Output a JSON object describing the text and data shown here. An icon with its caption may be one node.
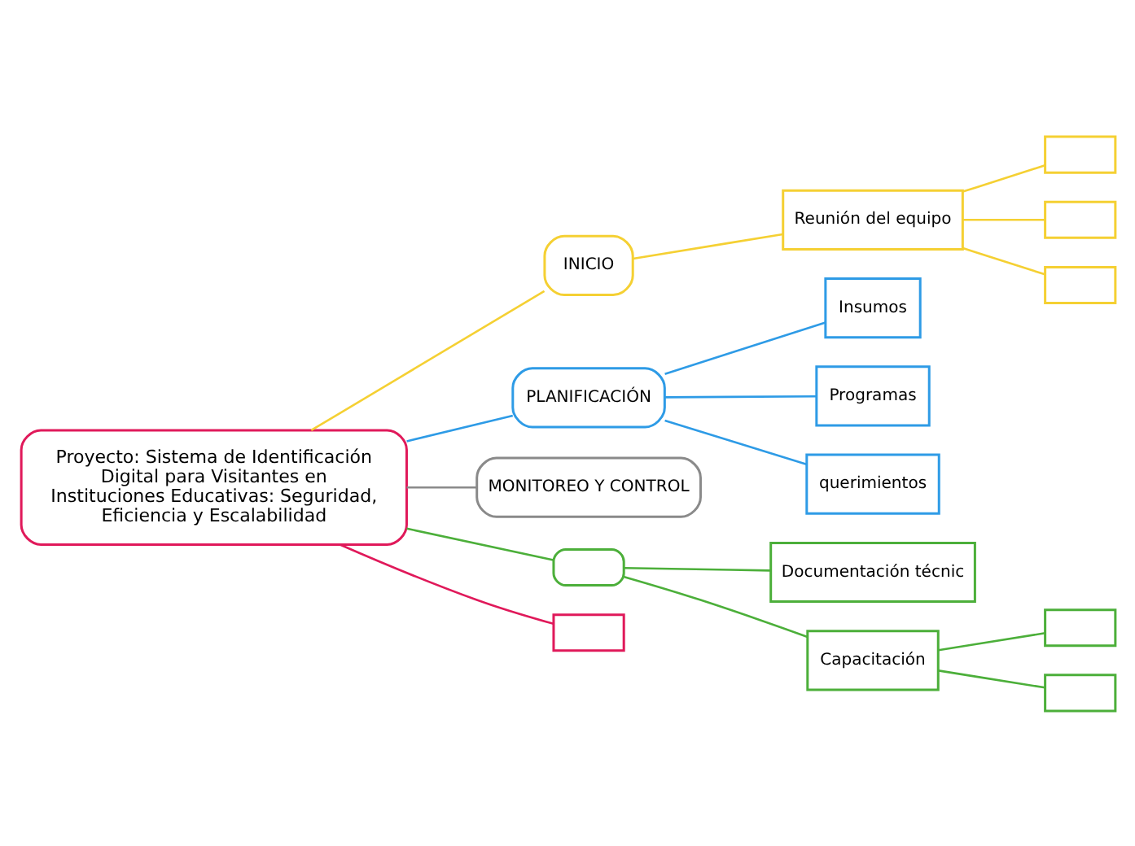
{
  "diagram": {
    "nodes": [
      {
        "text": [
          "Proyecto: Sistema de Identificación Digital para Visitantes en Instituciones Educativas: Seguridad, Eficiencia y Escalabilidad"
        ]
      },
      {
        "text": [
          "INICIO"
        ]
      },
      {
        "text": [
          "Reunión del equipo"
        ]
      },
      {
        "text": [],
        "shape": "box"
      },
      {
        "text": [],
        "shape": "box"
      },
      {
        "text": [],
        "shape": "box"
      },
      {
        "text": [
          "PLANIFICACIÓN"
        ]
      },
      {
        "text": [
          "Insumos"
        ]
      },
      {
        "text": [
          "Programas"
        ]
      },
      {
        "text": [
          "querimientos"
        ]
      },
      {
        "text": [
          "MONITOREO Y CONTROL"
        ]
      },
      {
        "text": [],
        "shape": "box"
      },
      {
        "text": [
          "Documentación técnic"
        ]
      },
      {
        "text": [
          "Capacitación"
        ]
      },
      {
        "text": [],
        "shape": "box"
      },
      {
        "text": [],
        "shape": "box"
      },
      {
        "text": [],
        "shape": "box"
      }
    ],
    "edges": [
      {
        "from": 0,
        "to": 1,
        "arrow": "none",
        "color": "#f5d033"
      },
      {
        "from": 1,
        "to": 2,
        "arrow": "none",
        "color": "#f5d033"
      },
      {
        "from": 2,
        "to": 3,
        "arrow": "none",
        "color": "#f5d033"
      },
      {
        "from": 2,
        "to": 4,
        "arrow": "none",
        "color": "#f5d033"
      },
      {
        "from": 2,
        "to": 5,
        "arrow": "none",
        "color": "#f5d033"
      },
      {
        "from": 0,
        "to": 6,
        "arrow": "none",
        "color": "#2e9be6"
      },
      {
        "from": 6,
        "to": 7,
        "arrow": "none",
        "color": "#2e9be6"
      },
      {
        "from": 6,
        "to": 8,
        "arrow": "none",
        "color": "#2e9be6"
      },
      {
        "from": 6,
        "to": 9,
        "arrow": "none",
        "color": "#2e9be6"
      },
      {
        "from": 0,
        "to": 10,
        "arrow": "none",
        "color": "#8a8a8a"
      },
      {
        "from": 0,
        "to": 11,
        "arrow": "none",
        "color": "#4caf3a"
      },
      {
        "from": 11,
        "to": 12,
        "arrow": "none",
        "color": "#4caf3a"
      },
      {
        "from": 11,
        "to": 13,
        "arrow": "none",
        "color": "#4caf3a"
      },
      {
        "from": 13,
        "to": 14,
        "arrow": "none",
        "color": "#4caf3a"
      },
      {
        "from": 13,
        "to": 15,
        "arrow": "none",
        "color": "#4caf3a"
      },
      {
        "from": 0,
        "to": 16,
        "arrow": "none",
        "color": "#e0195a"
      }
    ]
  }
}
